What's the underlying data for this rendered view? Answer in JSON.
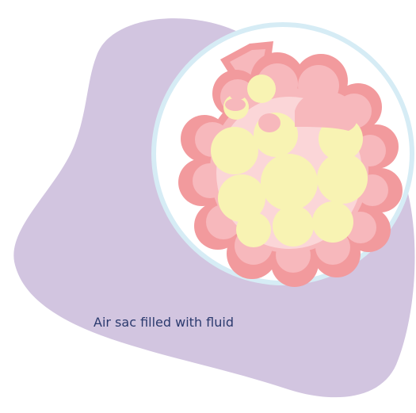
{
  "caption": "Air sac filled with fluid",
  "colors": {
    "background_blob": "#d2c5e0",
    "magnifier_fill": "#ffffff",
    "magnifier_ring": "#d6ecf5",
    "tissue_outer": "#f29a9d",
    "tissue_inner": "#f7b8bc",
    "tissue_highlight": "#fbd6d8",
    "fluid": "#f8f3b3",
    "fluid_edge": "#efe39a",
    "air_pocket": "#f7b8bc",
    "caption_text": "#2b3a6e"
  },
  "illustration": {
    "subject": "alveoli-cluster",
    "state": "fluid-filled"
  }
}
